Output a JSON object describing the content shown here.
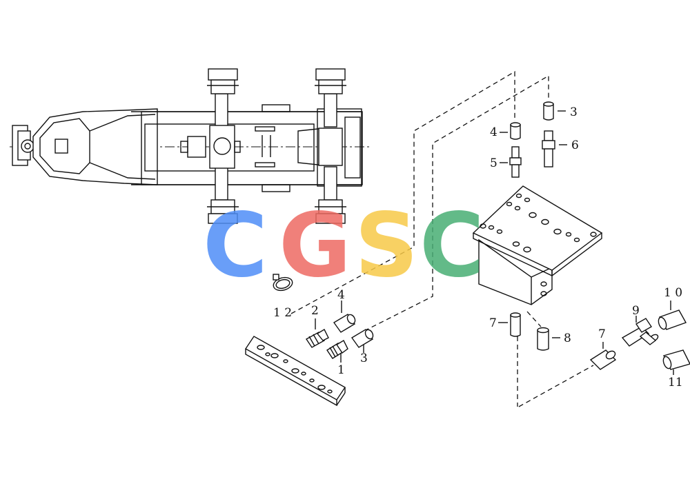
{
  "callouts": {
    "c1": "1",
    "c2": "2",
    "c3": "3",
    "c4": "4",
    "c3_top": "3",
    "c4_top": "4",
    "c5": "5",
    "c6": "6",
    "c7_left": "7",
    "c7_right": "7",
    "c8": "8",
    "c9": "9",
    "c10": "1 0",
    "c11": "11",
    "c12": "1 2"
  },
  "watermark": {
    "letters": [
      "C",
      "G",
      "S",
      "C"
    ],
    "colors": [
      "#4f8ef7",
      "#ee6b63",
      "#f7c948",
      "#48ae74"
    ]
  }
}
